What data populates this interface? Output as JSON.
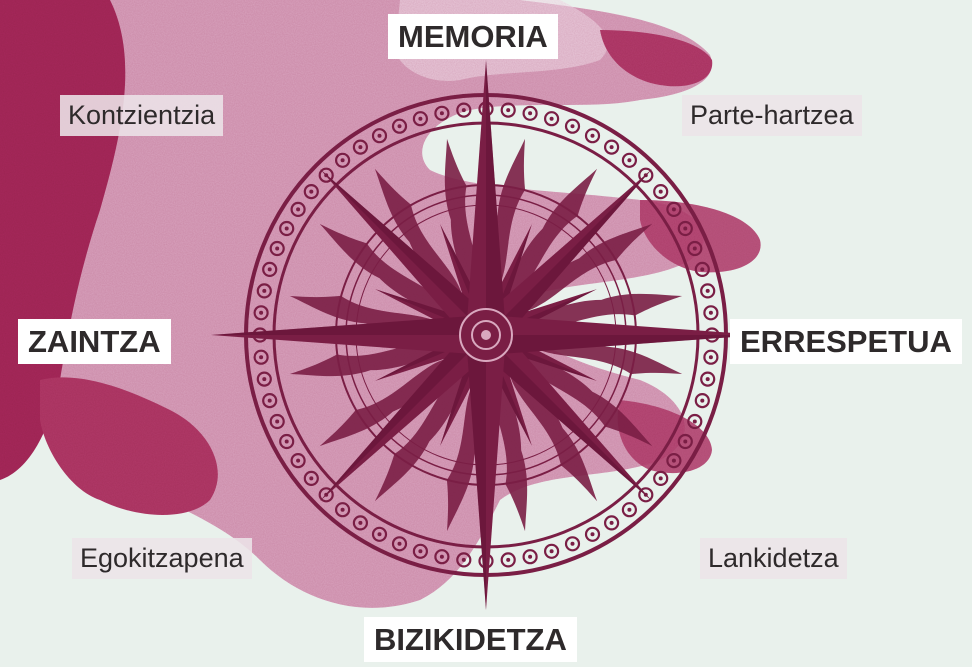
{
  "compass": {
    "cardinal": {
      "north": "MEMORIA",
      "east": "ERRESPETUA",
      "south": "BIZIKIDETZA",
      "west": "ZAINTZA"
    },
    "intercardinal": {
      "northwest": "Kontzientzia",
      "northeast": "Parte-hartzea",
      "southeast": "Lankidetza",
      "southwest": "Egokitzapena"
    }
  },
  "colors": {
    "background": "#e9f1ec",
    "brush_light": "#d49ab6",
    "brush_dark": "#a8285a",
    "compass": "#7a1e45",
    "label_text": "#2e2a2b"
  }
}
